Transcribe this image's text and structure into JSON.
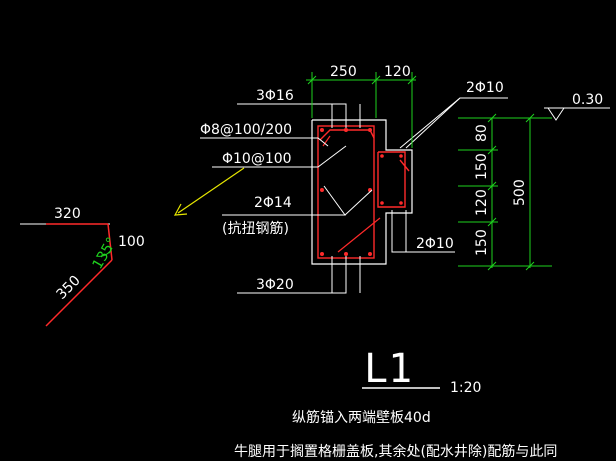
{
  "colors": {
    "background": "#000000",
    "line_white": "#ffffff",
    "rebar_red": "#ff2a2a",
    "dimension_green": "#1ed21e",
    "leader_yellow": "#e6e600"
  },
  "dimensions": {
    "top_left": "250",
    "top_right": "120",
    "side_1": "80",
    "side_2": "150",
    "side_3": "120",
    "side_4": "150",
    "side_total": "500"
  },
  "labels": {
    "top_bars": "3Φ16",
    "stirrup_1": "Φ8@100/200",
    "stirrup_2": "Φ10@100",
    "torsion_bars": "2Φ14",
    "torsion_note": "(抗扭钢筋)",
    "bottom_bars": "3Φ20",
    "corbel_top_bars": "2Φ10",
    "corbel_bottom_bars": "2Φ10",
    "elevation": "0.30"
  },
  "hook_detail": {
    "length_top": "320",
    "length_right": "100",
    "angle": "135°",
    "length_diag": "350"
  },
  "section": {
    "name": "L1",
    "scale": "1:20"
  },
  "notes": {
    "note_1": "纵筋锚入两端壁板40d",
    "note_2": "牛腿用于搁置格栅盖板,其余处(配水井除)配筋与此同"
  }
}
